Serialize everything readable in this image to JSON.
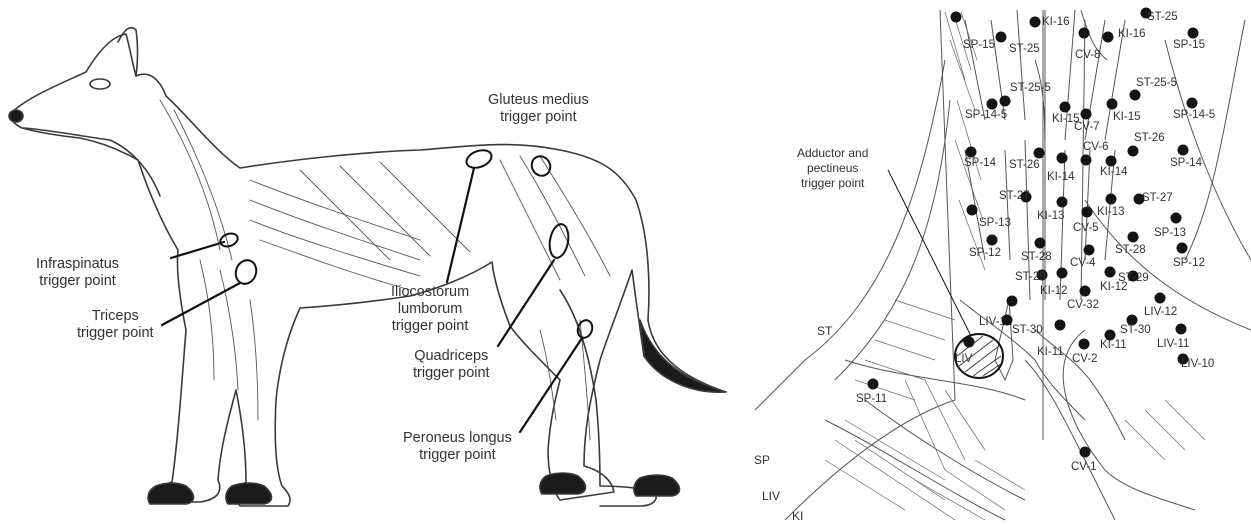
{
  "left_figure": {
    "trigger_points": [
      {
        "id": "gluteus",
        "text": "Gluteus medius\ntrigger point"
      },
      {
        "id": "infraspinatus",
        "text": "Infraspinatus\ntrigger point"
      },
      {
        "id": "triceps",
        "text": "Triceps\ntrigger point"
      },
      {
        "id": "iliocostorum",
        "text": "Iliocostorum\nlumborum\ntrigger point"
      },
      {
        "id": "quadriceps",
        "text": "Quadriceps\ntrigger point"
      },
      {
        "id": "peroneus",
        "text": "Peroneus longus\ntrigger point"
      }
    ]
  },
  "right_figure": {
    "adductor_label": "Adductor and\npectineus\ntrigger point",
    "points": [
      "SP-15",
      "KI-16",
      "CV-8",
      "KI-16",
      "ST-25",
      "SP-15",
      "ST-25",
      "ST-25-5",
      "KI-15",
      "CV-7",
      "KI-15",
      "ST-25-5",
      "SP-14-5",
      "SP-14-5",
      "ST-26",
      "KI-14",
      "CV-6",
      "KI-14",
      "ST-26",
      "SP-14",
      "SP-14",
      "ST-27",
      "KI-13",
      "CV-5",
      "KI-13",
      "ST-27",
      "SP-13",
      "SP-13",
      "SP-12",
      "ST-28",
      "CV-4",
      "ST-28",
      "SP-12",
      "ST-29",
      "KI-12",
      "CV-32",
      "KI-12",
      "ST-29",
      "LIV-12",
      "LIV-12",
      "ST-30",
      "KI-11",
      "CV-2",
      "KI-11",
      "ST-30",
      "LIV-11",
      "LIV-10",
      "LIV",
      "SP-11",
      "CV-1"
    ],
    "region_labels": [
      "ST",
      "SP",
      "LIV",
      "KI"
    ]
  }
}
